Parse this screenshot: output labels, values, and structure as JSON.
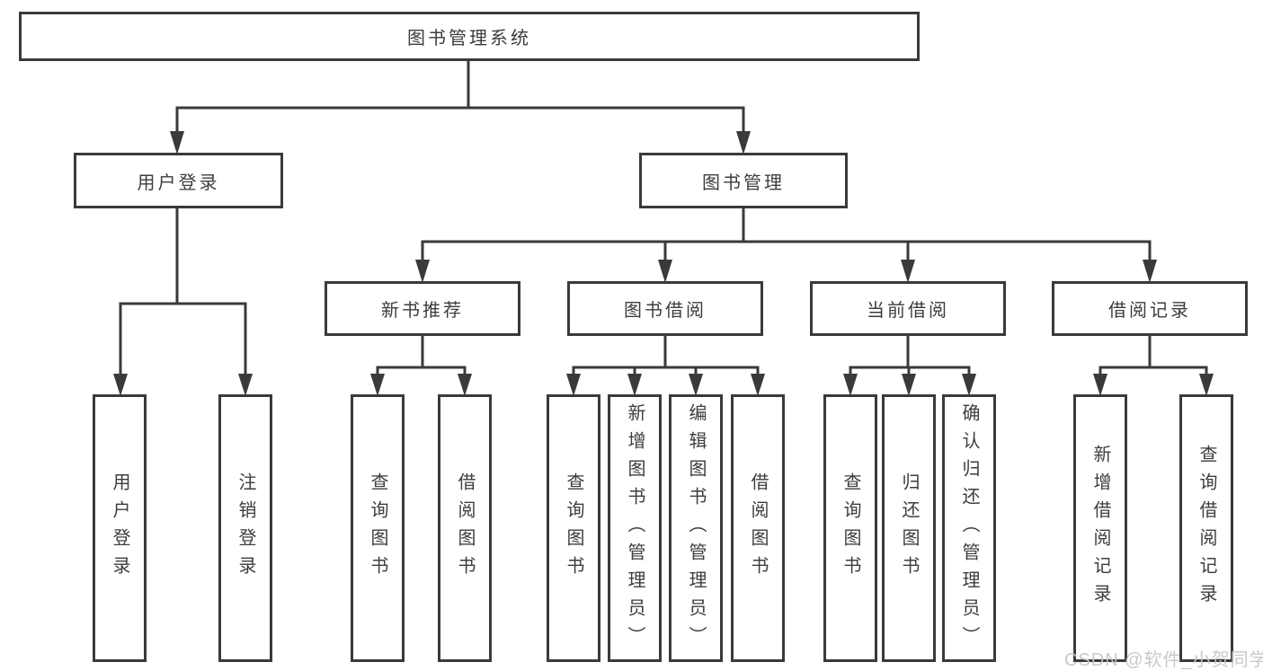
{
  "meta": {
    "watermark": "CSDN @软件_小贺同学"
  },
  "colors": {
    "line": "#3a3a3a",
    "border": "#3a3a3a",
    "text": "#3d3d3d",
    "background": "#ffffff",
    "watermark": "#c6c6c6"
  },
  "tree": {
    "root": "图书管理系统",
    "branches": [
      {
        "label": "用户登录",
        "leaves": [
          "用户登录",
          "注销登录"
        ]
      },
      {
        "label": "图书管理",
        "groups": [
          {
            "label": "新书推荐",
            "leaves": [
              "查询图书",
              "借阅图书"
            ]
          },
          {
            "label": "图书借阅",
            "leaves": [
              "查询图书",
              "新增图书（管理员）",
              "编辑图书（管理员）",
              "借阅图书"
            ]
          },
          {
            "label": "当前借阅",
            "leaves": [
              "查询图书",
              "归还图书",
              "确认归还（管理员）"
            ]
          },
          {
            "label": "借阅记录",
            "leaves": [
              "新增借阅记录",
              "查询借阅记录"
            ]
          }
        ]
      }
    ]
  }
}
